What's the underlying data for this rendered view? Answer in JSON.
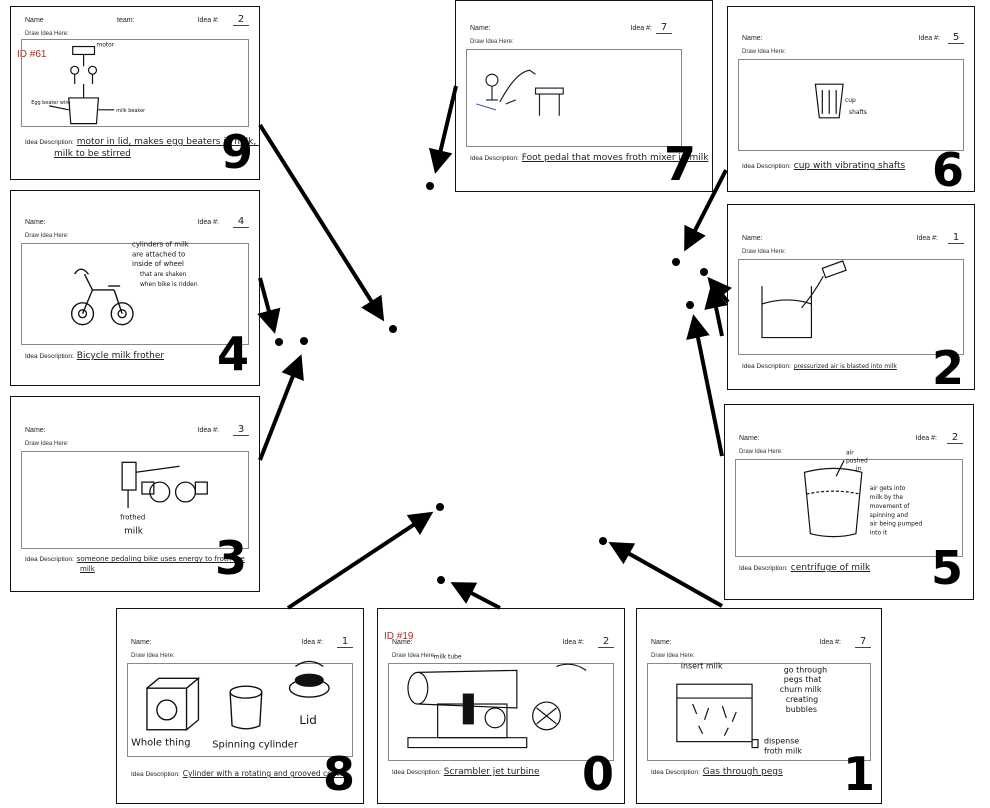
{
  "labels": {
    "name": "Name:",
    "name_c9": "Name",
    "team": "team:",
    "idea": "Idea #:",
    "draw": "Draw Idea Here:",
    "description": "Idea Description:"
  },
  "cards": {
    "c9": {
      "number": "9",
      "idea": "2",
      "id_tag": "ID #61",
      "desc": "motor in lid, makes egg beaters in milk, makes",
      "desc2": "milk to be stirred",
      "notes": [
        "motor",
        "Egg beater wire",
        "milk beaker"
      ]
    },
    "c7": {
      "number": "7",
      "idea": "7",
      "desc": "Foot pedal that moves froth mixer in milk"
    },
    "c6": {
      "number": "6",
      "idea": "5",
      "desc": "cup with vibrating shafts",
      "notes": [
        "cup",
        "shafts"
      ]
    },
    "c4": {
      "number": "4",
      "idea": "4",
      "desc": "Bicycle milk frother",
      "notes": [
        "cylinders of milk",
        "are attached to",
        "inside of wheel",
        "that are shaken",
        "when bike is ridden"
      ]
    },
    "c2": {
      "number": "2",
      "idea": "1",
      "desc": "pressurized air is blasted into milk"
    },
    "c3": {
      "number": "3",
      "idea": "3",
      "desc": "someone pedaling bike uses energy to froth the",
      "desc2": "milk",
      "notes": [
        "frothed",
        "milk"
      ]
    },
    "c5": {
      "number": "5",
      "idea": "2",
      "desc": "centrifuge of milk",
      "notes": [
        "air",
        "pushed",
        "in",
        "air gets into",
        "milk by the",
        "movement of",
        "spinning and",
        "air being pumped",
        "into it"
      ]
    },
    "c8": {
      "number": "8",
      "idea": "1",
      "desc": "Cylinder with a rotating and grooved center",
      "notes": [
        "Lid",
        "Whole thing",
        "Spinning cylinder"
      ]
    },
    "c0": {
      "number": "0",
      "idea": "2",
      "id_tag": "ID #19",
      "desc": "Scrambler jet turbine",
      "notes": [
        "milk tube"
      ]
    },
    "c1": {
      "number": "1",
      "idea": "7",
      "desc": "Gas through pegs",
      "notes": [
        "insert milk",
        "go through",
        "pegs that",
        "churn milk",
        "creating",
        "bubbles",
        "dispense",
        "froth milk"
      ]
    }
  }
}
